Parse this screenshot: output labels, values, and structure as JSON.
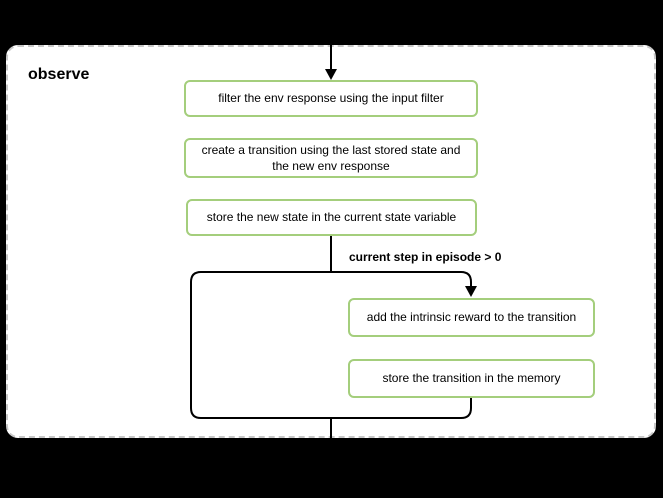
{
  "diagram": {
    "title": "observe",
    "branch_label": "current step in episode > 0",
    "nodes": [
      {
        "id": "filter-env-response",
        "label": "filter the env response using the input filter"
      },
      {
        "id": "create-transition",
        "label": "create a transition using the last stored state and the new env response"
      },
      {
        "id": "store-new-state",
        "label": "store the new state in the current state variable"
      },
      {
        "id": "add-intrinsic-reward",
        "label": "add the intrinsic reward to the transition"
      },
      {
        "id": "store-transition",
        "label": "store the transition in the memory"
      }
    ],
    "colors": {
      "page_background": "#000000",
      "container_background": "#ffffff",
      "container_border": "#c8c8c8",
      "node_background": "#ffffff",
      "node_border": "#a4ce7c",
      "edge": "#000000",
      "text": "#000000"
    }
  }
}
